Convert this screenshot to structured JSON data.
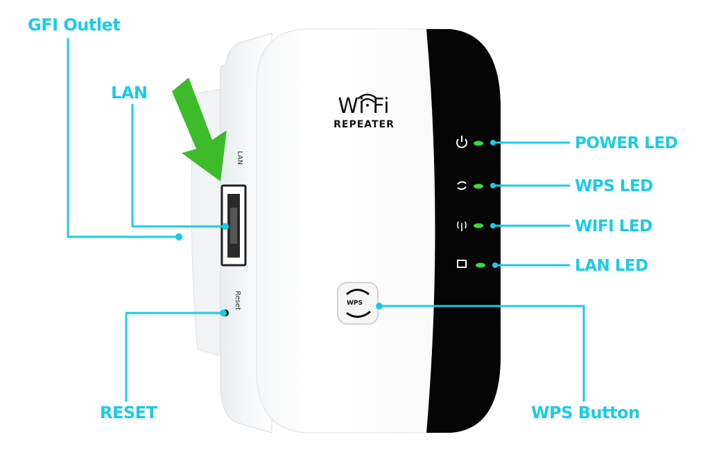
{
  "colors": {
    "callout": "#1ccbe6",
    "led": "#33dd33",
    "arrow": "#3dbb2b",
    "panel": "#050505",
    "body": "#ffffff"
  },
  "labels": {
    "gfi_outlet": "GFI Outlet",
    "lan": "LAN",
    "reset": "RESET",
    "power_led": "POWER LED",
    "wps_led": "WPS LED",
    "wifi_led": "WIFI LED",
    "lan_led": "LAN LED",
    "wps_button": "WPS Button"
  },
  "device": {
    "brand_word": "Wi Fi",
    "brand_sub": "REPEATER",
    "side_lan": "LAN",
    "side_reset": "Reset",
    "wps_button_text": "WPS"
  },
  "icons": [
    "power-icon",
    "wps-icon",
    "wifi-antenna-icon",
    "lan-port-icon",
    "pointer-arrow-icon"
  ]
}
